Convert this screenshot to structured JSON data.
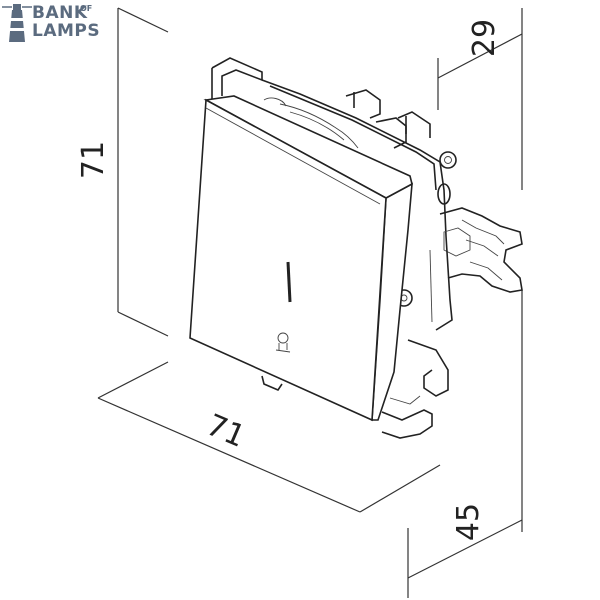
{
  "logo": {
    "line1": "BANK",
    "of": "OF",
    "line2": "LAMPS",
    "color": "#5b6b7f"
  },
  "dimensions": {
    "height": "71",
    "width": "71",
    "depth_top": "29",
    "depth_bottom": "45"
  }
}
